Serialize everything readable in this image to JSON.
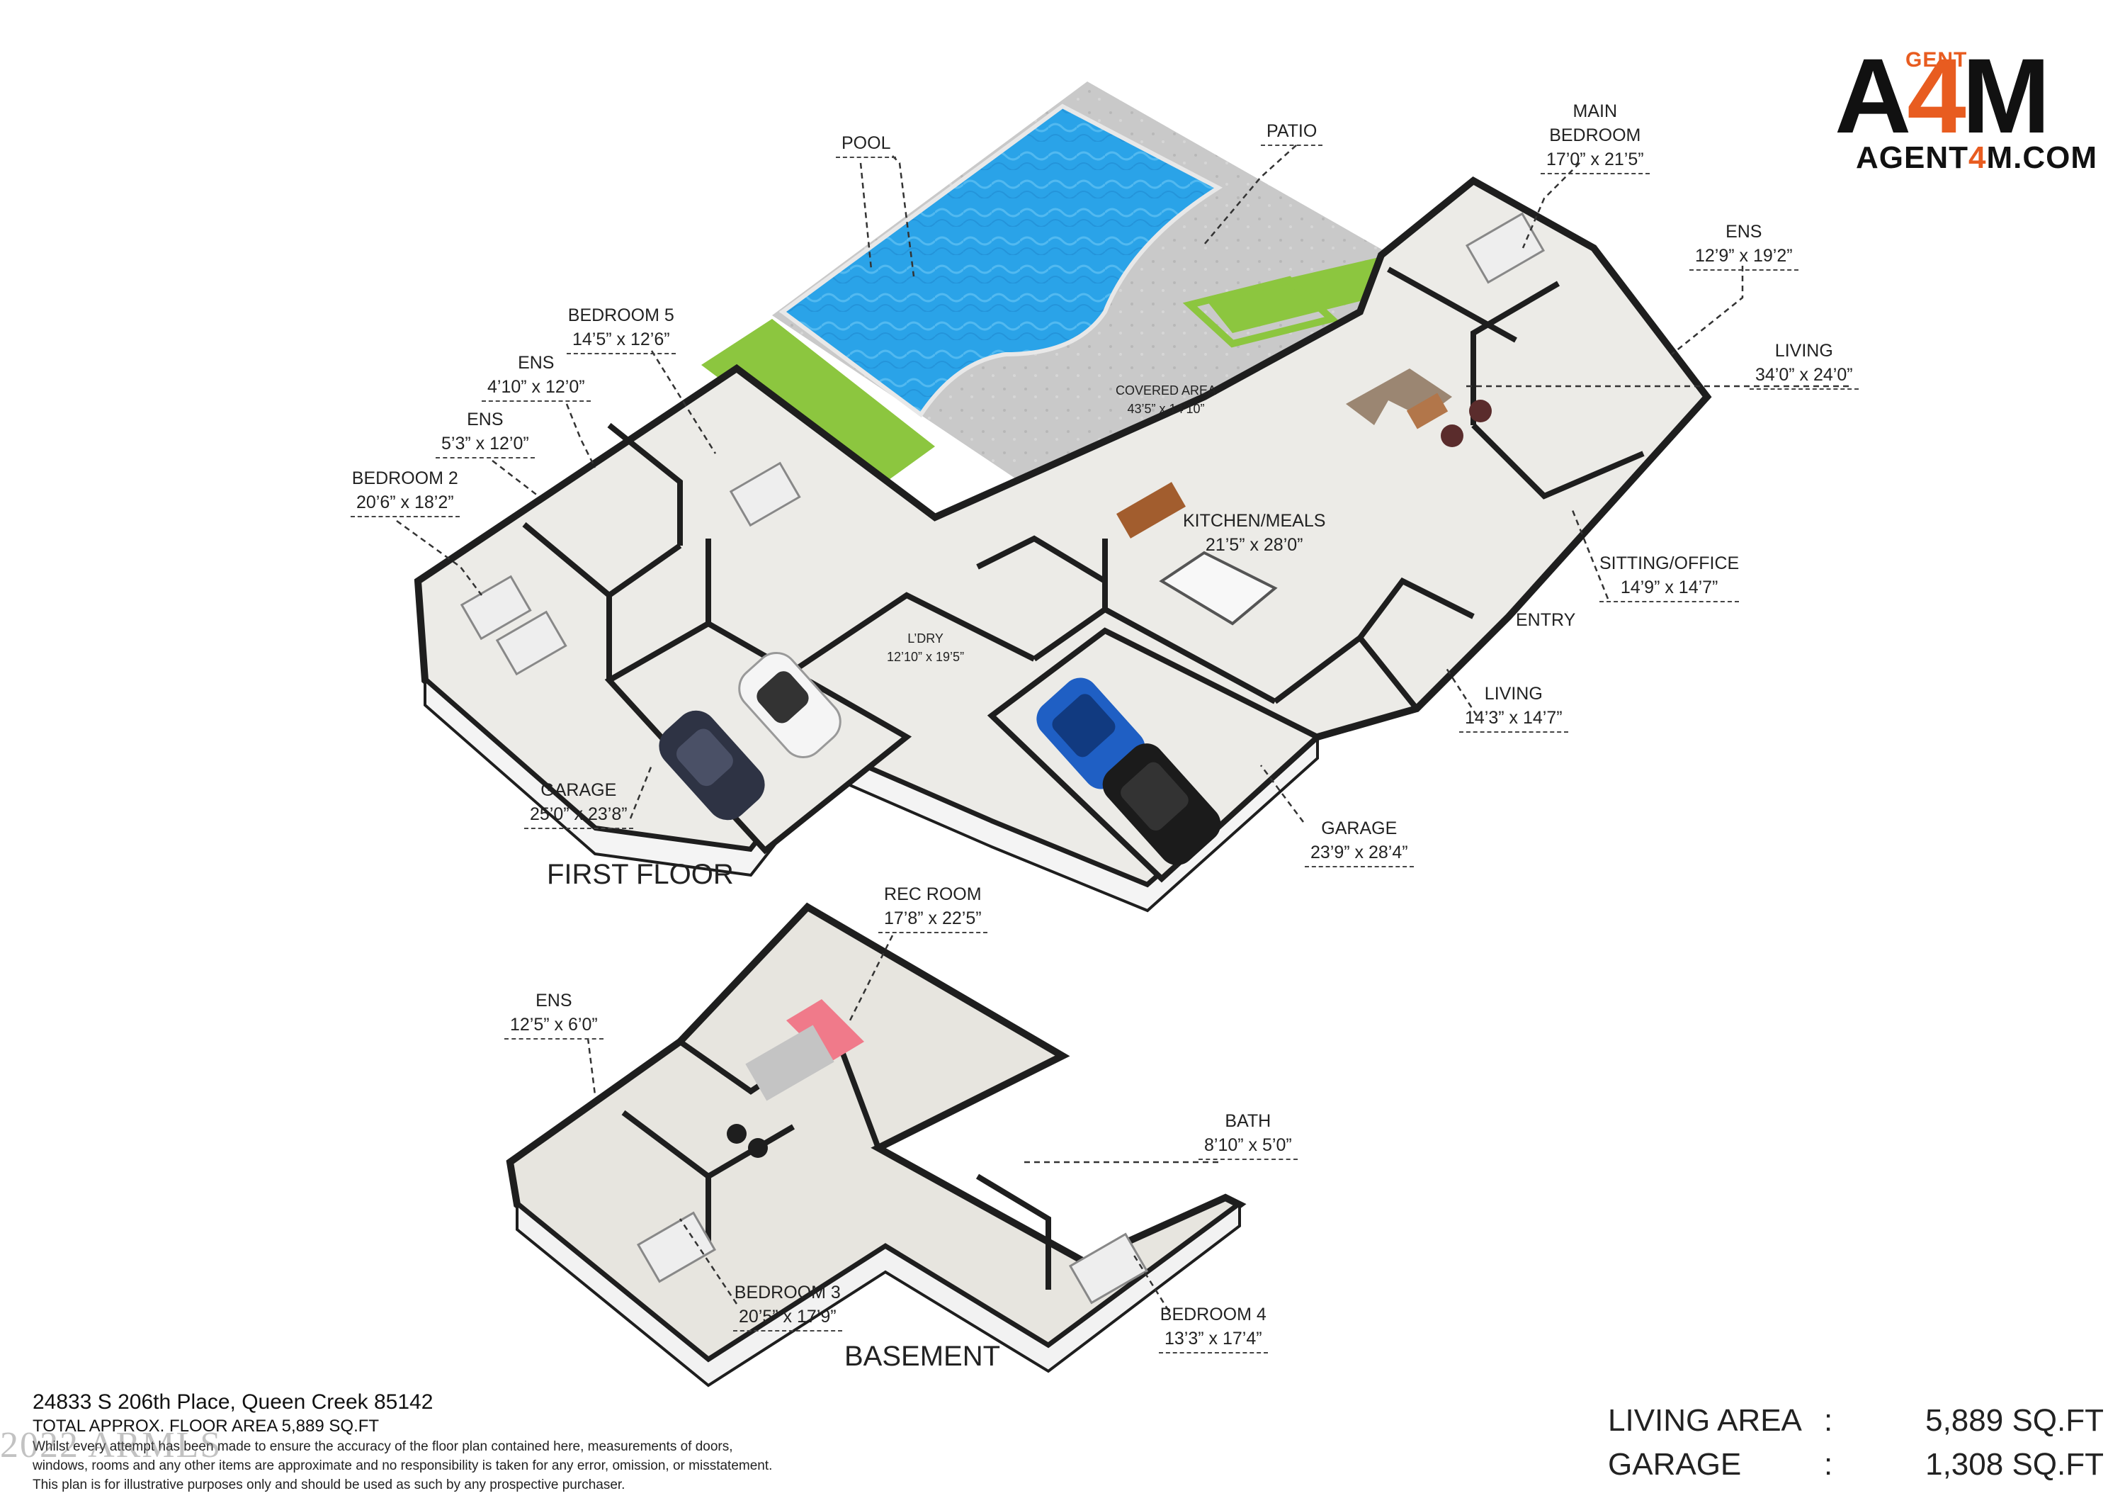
{
  "logo": {
    "top_text": "GENT",
    "big_a": "A",
    "big_4": "4",
    "big_m": "M",
    "site_pre": "AGENT",
    "site_4": "4",
    "site_post": "M.COM",
    "accent": "#e85c20"
  },
  "floors": {
    "first": "FIRST FLOOR",
    "basement": "BASEMENT"
  },
  "rooms": {
    "pool": {
      "name": "POOL"
    },
    "patio": {
      "name": "PATIO"
    },
    "main_bedroom": {
      "name1": "MAIN",
      "name2": "BEDROOM",
      "dim": "17’0” x 21’5”"
    },
    "ens_main": {
      "name": "ENS",
      "dim": "12’9” x 19’2”"
    },
    "living_main": {
      "name": "LIVING",
      "dim": "34’0” x 24’0”"
    },
    "bedroom5": {
      "name": "BEDROOM 5",
      "dim": "14’5” x 12’6”"
    },
    "ens_a": {
      "name": "ENS",
      "dim": "4’10” x 12’0”"
    },
    "ens_b": {
      "name": "ENS",
      "dim": "5’3” x 12’0”"
    },
    "bedroom2": {
      "name": "BEDROOM 2",
      "dim": "20’6” x 18’2”"
    },
    "covered": {
      "name": "COVERED AREA",
      "dim": "43’5” x 14’10”"
    },
    "kitchen": {
      "name": "KITCHEN/MEALS",
      "dim": "21’5” x 28’0”"
    },
    "sitting": {
      "name": "SITTING/OFFICE",
      "dim": "14’9” x 14’7”"
    },
    "entry": {
      "name": "ENTRY"
    },
    "laundry": {
      "name": "L’DRY",
      "dim": "12’10” x 19’5”"
    },
    "living2": {
      "name": "LIVING",
      "dim": "14’3” x 14’7”"
    },
    "garage1": {
      "name": "GARAGE",
      "dim": "25’0” x 23’8”"
    },
    "garage2": {
      "name": "GARAGE",
      "dim": "23’9” x 28’4”"
    },
    "rec_room": {
      "name": "REC ROOM",
      "dim": "17’8” x 22’5”"
    },
    "ens_base": {
      "name": "ENS",
      "dim": "12’5” x 6’0”"
    },
    "bath": {
      "name": "BATH",
      "dim": "8’10” x 5’0”"
    },
    "bedroom3": {
      "name": "BEDROOM 3",
      "dim": "20’5” x 17’9”"
    },
    "bedroom4": {
      "name": "BEDROOM 4",
      "dim": "13’3” x 17’4”"
    }
  },
  "footer": {
    "address": "24833 S 206th Place, Queen Creek 85142",
    "total": "TOTAL APPROX. FLOOR AREA 5,889 SQ.FT",
    "disclaimer1": "Whilst every attempt has been made to ensure the accuracy of the floor plan contained here, measurements of doors,",
    "disclaimer2": "windows, rooms and any other items are approximate and no responsibility is taken for any error, omission, or misstatement.",
    "disclaimer3": "This plan is for illustrative purposes only and should be used as such by any prospective purchaser.",
    "watermark": "2022 ARMLS"
  },
  "summary": {
    "living_label": "LIVING AREA",
    "living_value": "5,889 SQ.FT",
    "garage_label": "GARAGE",
    "garage_value": "1,308 SQ.FT",
    "colon": ":"
  },
  "colors": {
    "pool": "#2aa3e8",
    "grass": "#8cc63f",
    "paver": "#c8c8c8",
    "floor": "#ecebe7",
    "wall": "#1e1e1e",
    "car_blue": "#1f5fc4",
    "sofa_pink": "#f07a8a"
  }
}
